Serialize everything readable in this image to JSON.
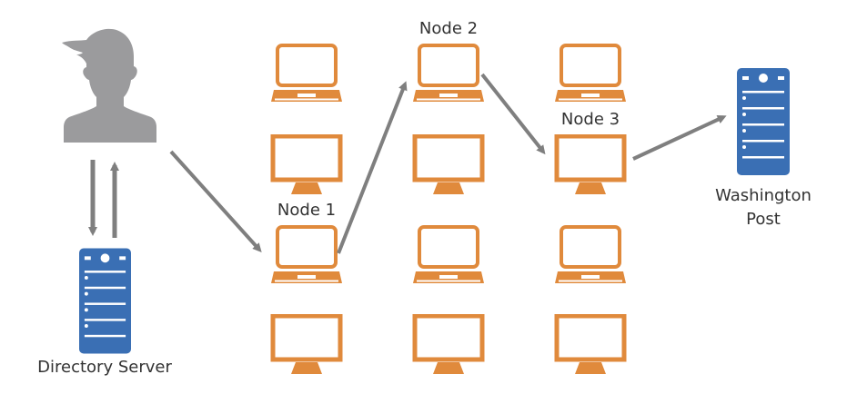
{
  "diagram": {
    "title": "",
    "colors": {
      "device": "#E08A3C",
      "server": "#3A6FB4",
      "person": "#9B9B9D",
      "arrow": "#7F7F7F",
      "text": "#333333"
    },
    "actors": {
      "user": {
        "icon": "person-silhouette-icon",
        "label": ""
      },
      "directory_server": {
        "icon": "server-icon",
        "label": "Directory Server"
      },
      "destination": {
        "icon": "server-icon",
        "label_line1": "Washington",
        "label_line2": "Post"
      }
    },
    "grid": {
      "columns": 3,
      "rows": [
        "laptop",
        "monitor",
        "laptop",
        "monitor"
      ]
    },
    "nodes": [
      {
        "label": "Node 1",
        "column": 1,
        "row": 3,
        "device": "laptop"
      },
      {
        "label": "Node 2",
        "column": 2,
        "row": 1,
        "device": "laptop"
      },
      {
        "label": "Node 3",
        "column": 3,
        "row": 2,
        "device": "monitor"
      }
    ],
    "edges": [
      {
        "from": "user",
        "to": "directory_server"
      },
      {
        "from": "directory_server",
        "to": "user"
      },
      {
        "from": "user",
        "to": "Node 1"
      },
      {
        "from": "Node 1",
        "to": "Node 2"
      },
      {
        "from": "Node 2",
        "to": "Node 3"
      },
      {
        "from": "Node 3",
        "to": "destination"
      }
    ]
  }
}
